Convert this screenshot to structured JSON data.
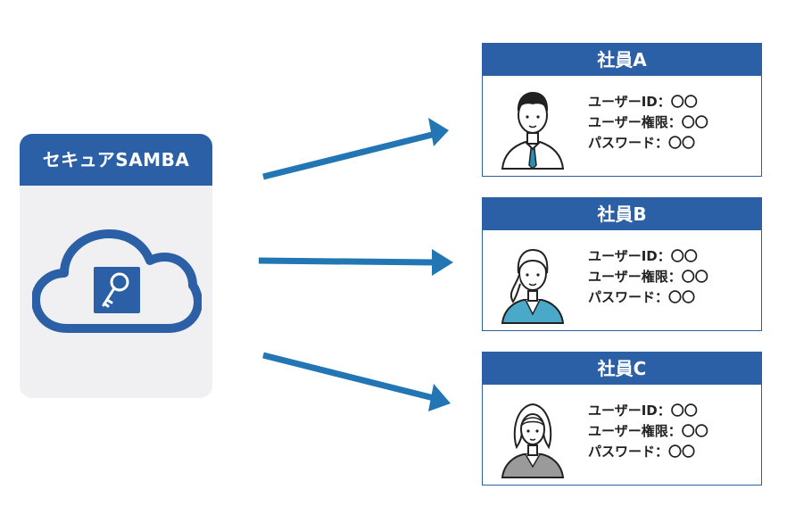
{
  "samba": {
    "title": "セキュアSAMBA",
    "icon": "cloud-key-icon"
  },
  "colors": {
    "primary": "#2b5fa6",
    "arrow": "#2176b3",
    "panel_bg": "#f0f0f2",
    "shirt_b": "#4aa8c9",
    "suit_c": "#9a9a9a"
  },
  "employees": [
    {
      "name": "社員A",
      "avatar": "male-employee-icon",
      "user_id": "ユーザーID：〇〇",
      "permission": "ユーザー権限：〇〇",
      "password": "パスワード：〇〇"
    },
    {
      "name": "社員B",
      "avatar": "female-employee-icon",
      "user_id": "ユーザーID：〇〇",
      "permission": "ユーザー権限：〇〇",
      "password": "パスワード：〇〇"
    },
    {
      "name": "社員C",
      "avatar": "female-employee-gray-icon",
      "user_id": "ユーザーID：〇〇",
      "permission": "ユーザー権限：〇〇",
      "password": "パスワード：〇〇"
    }
  ]
}
